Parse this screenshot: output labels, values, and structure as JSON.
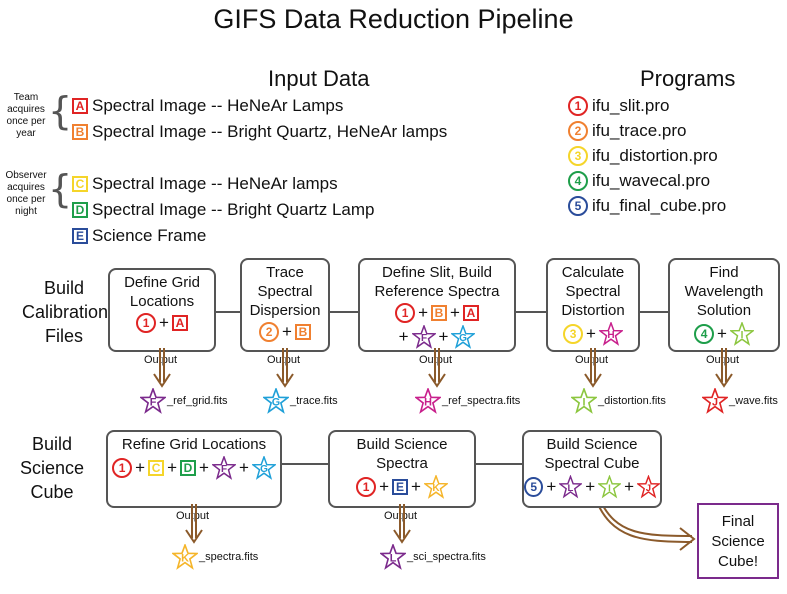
{
  "title": "GIFS Data Reduction Pipeline",
  "input_heading": "Input Data",
  "programs_heading": "Programs",
  "team_note": [
    "Team",
    "acquires",
    "once per",
    "year"
  ],
  "observer_note": [
    "Observer",
    "acquires",
    "once per",
    "night"
  ],
  "inputs": [
    {
      "letter": "A",
      "text": "Spectral Image -- HeNeAr Lamps",
      "color": "#e02424"
    },
    {
      "letter": "B",
      "text": "Spectral Image -- Bright Quartz, HeNeAr lamps",
      "color": "#f08030"
    },
    {
      "letter": "C",
      "text": "Spectral Image -- HeNeAr lamps",
      "color": "#f5d52a"
    },
    {
      "letter": "D",
      "text": "Spectral Image -- Bright Quartz Lamp",
      "color": "#1e9e4a"
    },
    {
      "letter": "E",
      "text": "Science Frame",
      "color": "#2a4c9a"
    }
  ],
  "programs": [
    {
      "num": "1",
      "text": "ifu_slit.pro",
      "color": "#e02424"
    },
    {
      "num": "2",
      "text": "ifu_trace.pro",
      "color": "#f08030"
    },
    {
      "num": "3",
      "text": "ifu_distortion.pro",
      "color": "#f5d52a"
    },
    {
      "num": "4",
      "text": "ifu_wavecal.pro",
      "color": "#1e9e4a"
    },
    {
      "num": "5",
      "text": "ifu_final_cube.pro",
      "color": "#2a4c9a"
    }
  ],
  "stage1_label": [
    "Build",
    "Calibration",
    "Files"
  ],
  "stage2_label": [
    "Build",
    "Science",
    "Cube"
  ],
  "output_label": "Output",
  "plus": "+",
  "cal_boxes": [
    {
      "title": [
        "Define Grid",
        "Locations"
      ],
      "items": [
        [
          "c",
          "1",
          "#e02424"
        ],
        [
          "s",
          "A",
          "#e02424"
        ]
      ],
      "file_letter": "F",
      "file": "_ref_grid.fits",
      "file_color": "#7b2a8c"
    },
    {
      "title": [
        "Trace",
        "Spectral",
        "Dispersion"
      ],
      "items": [
        [
          "c",
          "2",
          "#f08030"
        ],
        [
          "s",
          "B",
          "#f08030"
        ]
      ],
      "file_letter": "G",
      "file": "_trace.fits",
      "file_color": "#1fa0d8"
    },
    {
      "title": [
        "Define Slit, Build",
        "Reference Spectra"
      ],
      "items": [
        [
          "c",
          "1",
          "#e02424"
        ],
        [
          "s",
          "B",
          "#f08030"
        ],
        [
          "s",
          "A",
          "#e02424"
        ],
        [
          "t",
          "F",
          "#7b2a8c"
        ],
        [
          "t",
          "G",
          "#1fa0d8"
        ]
      ],
      "file_letter": "H",
      "file": "_ref_spectra.fits",
      "file_color": "#c8208c"
    },
    {
      "title": [
        "Calculate",
        "Spectral",
        "Distortion"
      ],
      "items": [
        [
          "c",
          "3",
          "#f5d52a"
        ],
        [
          "t",
          "H",
          "#c8208c"
        ]
      ],
      "file_letter": "I",
      "file": "_distortion.fits",
      "file_color": "#8cc63f"
    },
    {
      "title": [
        "Find",
        "Wavelength",
        "Solution"
      ],
      "items": [
        [
          "c",
          "4",
          "#1e9e4a"
        ],
        [
          "t",
          "I",
          "#8cc63f"
        ]
      ],
      "file_letter": "J",
      "file": "_wave.fits",
      "file_color": "#e02424"
    }
  ],
  "sci_boxes": [
    {
      "title": [
        "Refine Grid Locations"
      ],
      "items": [
        [
          "c",
          "1",
          "#e02424"
        ],
        [
          "s",
          "C",
          "#f5d52a"
        ],
        [
          "s",
          "D",
          "#1e9e4a"
        ],
        [
          "t",
          "F",
          "#7b2a8c"
        ],
        [
          "t",
          "G",
          "#1fa0d8"
        ]
      ],
      "file_letter": "K",
      "file": "_spectra.fits",
      "file_color": "#f5b52a"
    },
    {
      "title": [
        "Build Science",
        "Spectra"
      ],
      "items": [
        [
          "c",
          "1",
          "#e02424"
        ],
        [
          "s",
          "E",
          "#2a4c9a"
        ],
        [
          "t",
          "K",
          "#f5b52a"
        ]
      ],
      "file_letter": "L",
      "file": "_sci_spectra.fits",
      "file_color": "#7b2a8c"
    },
    {
      "title": [
        "Build Science",
        "Spectral Cube"
      ],
      "items": [
        [
          "c",
          "5",
          "#2a4c9a"
        ],
        [
          "t",
          "L",
          "#7b2a8c"
        ],
        [
          "t",
          "I",
          "#8cc63f"
        ],
        [
          "t",
          "J",
          "#e02424"
        ]
      ]
    }
  ],
  "final_box": [
    "Final",
    "Science",
    "Cube!"
  ]
}
